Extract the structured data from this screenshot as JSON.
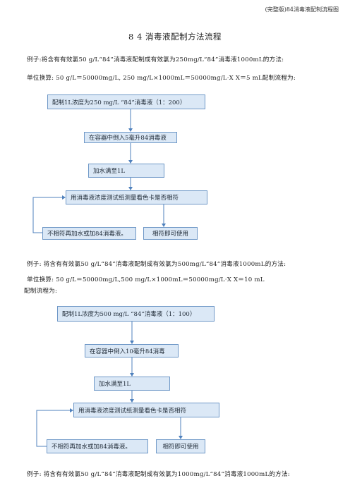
{
  "header": {
    "doc_name": "(完整版)84消毒液配制流程图"
  },
  "title": "8 4 消毒液配制方法流程",
  "example1": {
    "line1": "例子:将含有有效氯50 g/L“84”消毒液配制成有效氯为250mg/L“84”消毒液1000mL的方法:",
    "line2": "单位换算: 50 g/L＝50000mg/L, 250 mg/L×1000mL＝50000mg/L·X    X＝5 mL配制流程为:",
    "flow": {
      "step1": "配制1L浓度为250 mg/L “84”消毒液（1：200）",
      "step2": "在容器中倒入5毫升84消毒液",
      "step3": "加水满至1L",
      "step4": "用消毒液浓度测试纸测量看色卡是否相符",
      "fail": "不相符再加水或加84消毒液。",
      "pass": "相符即可使用"
    }
  },
  "example2": {
    "line1": "例子: 将含有有效氯50 g/L“84”消毒液配制成有效氯为500mg/L“84”消毒液1000mL的方法:",
    "line2": "单位换算: 50 g/L＝50000mg/L,500 mg/L×1000mL＝50000mg/L·X    X＝10 mL",
    "line3": "配制流程为:",
    "flow": {
      "step1": "配制1L浓度为500 mg/L “84”消毒液（1：100）",
      "step2": "在容器中倒入10毫升84消毒",
      "step3": "加水满至1L",
      "step4": "用消毒液浓度测试纸测量看色卡是否相符",
      "fail": "不相符再加水或加84消毒液。",
      "pass": "相符即可使用"
    }
  },
  "example3": {
    "line1": "例子: 将含有有效氯50 g/L“84”消毒液配制成有效氯为1000mg/L“84”消毒液1000mL的方法:"
  }
}
